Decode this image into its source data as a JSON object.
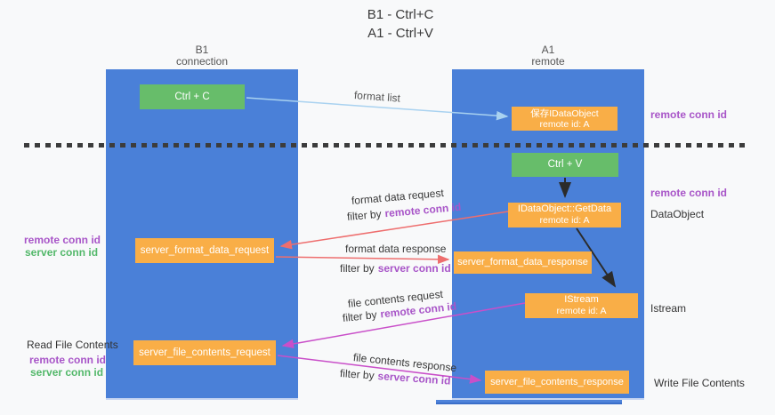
{
  "title": {
    "line1": "B1 - Ctrl+C",
    "line2": "A1 - Ctrl+V"
  },
  "lanes": {
    "b1": {
      "name": "B1",
      "role": "connection"
    },
    "a1": {
      "name": "A1",
      "role": "remote"
    }
  },
  "nodes": {
    "ctrl_c": {
      "label": "Ctrl + C"
    },
    "ctrl_v": {
      "label": "Ctrl + V"
    },
    "save_dataobject": {
      "line1": "保存IDataObject",
      "line2": "remote id: A"
    },
    "getdata": {
      "line1": "IDataObject::GetData",
      "line2": "remote id: A"
    },
    "istream": {
      "line1": "IStream",
      "line2": "remote id: A"
    },
    "format_request": {
      "label": "server_format_data_request"
    },
    "format_response": {
      "label": "server_format_data_response"
    },
    "file_request": {
      "label": "server_file_contents_request"
    },
    "file_response": {
      "label": "server_file_contents_response"
    }
  },
  "annotations": {
    "remote_conn_id": "remote conn id",
    "server_conn_id": "server conn id",
    "dataobject": "DataObject",
    "istream": "Istream",
    "read_file_contents": "Read File Contents",
    "write_file_contents": "Write File Contents"
  },
  "arrow_labels": {
    "format_list": "format list",
    "format_data_request": "format data request",
    "format_data_response": "format data response",
    "file_contents_request": "file contents request",
    "file_contents_response": "file contents response",
    "filter_by": "filter by"
  },
  "colors": {
    "lane_blue": "#4a80d8",
    "node_green": "#67bd6a",
    "node_orange": "#f9ae47",
    "label_purple": "#a855c8",
    "label_green": "#53b86a",
    "arrow_red": "#ee6e6e",
    "arrow_magenta": "#c94fc9",
    "arrow_lightblue": "#a9d2f0",
    "arrow_black": "#2b2b2b"
  }
}
